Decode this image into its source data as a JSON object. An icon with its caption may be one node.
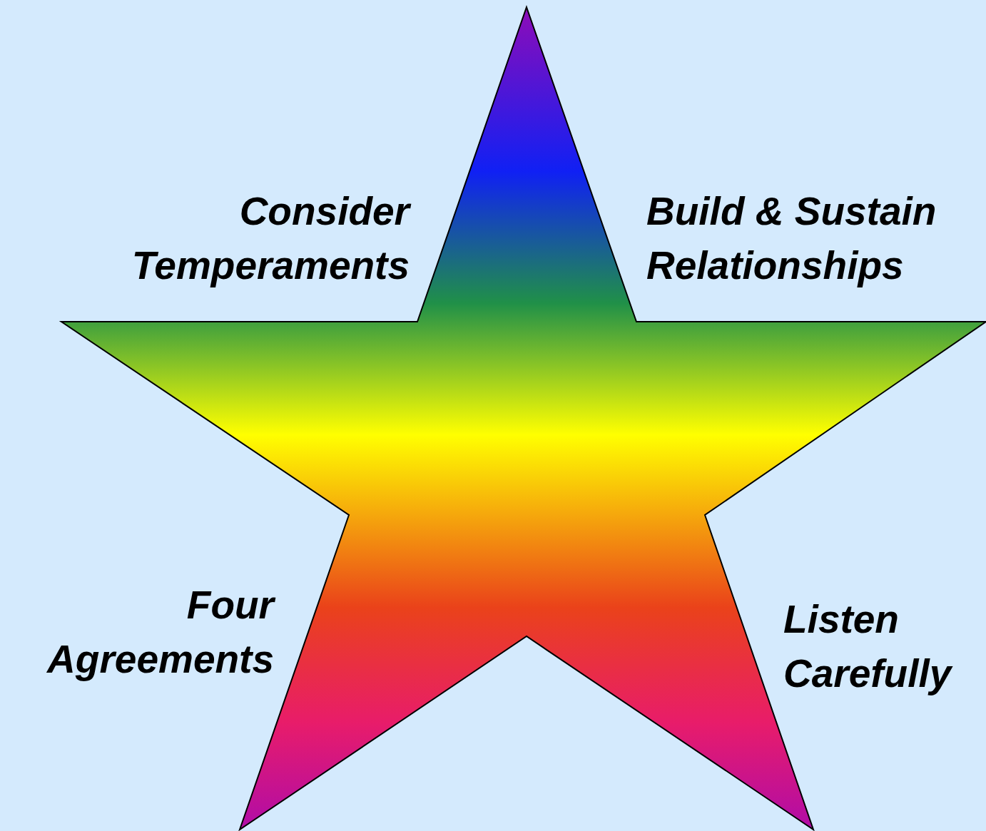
{
  "diagram": {
    "labels": [
      "Consider Temperaments",
      "Build & Sustain Relationships",
      "Four Agreements",
      "Listen Carefully"
    ]
  }
}
